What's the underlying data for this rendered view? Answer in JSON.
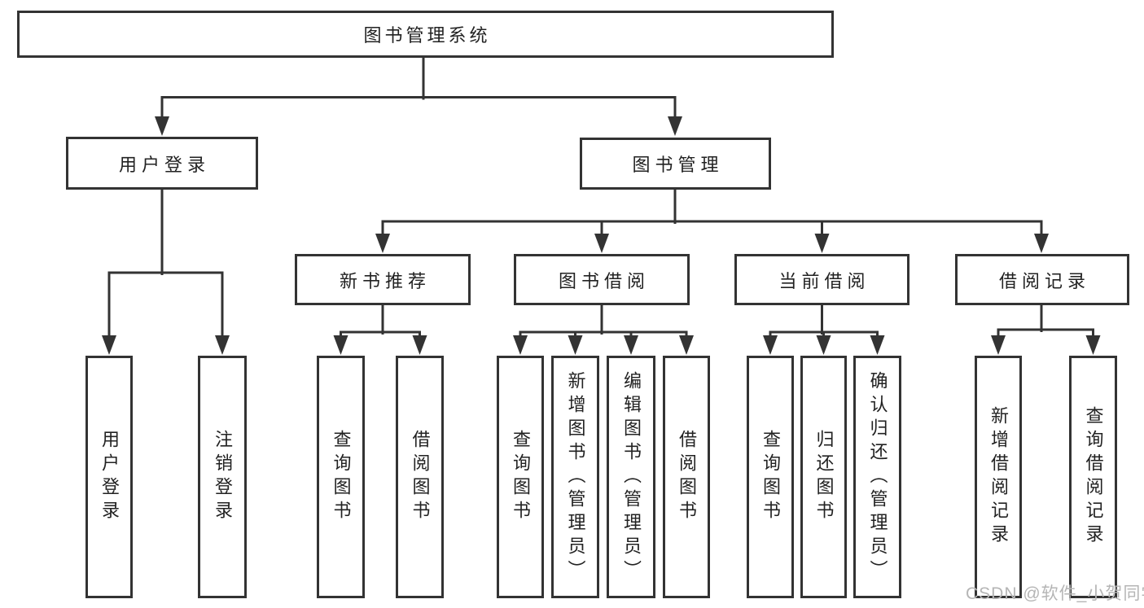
{
  "colors": {
    "line": "#333333",
    "box_border": "#333333",
    "text": "#222222",
    "watermark": "#b5b5b5",
    "background": "#ffffff"
  },
  "watermark": {
    "text": "CSDN @软件_小贺同学"
  },
  "diagram": {
    "root": {
      "label": "图书管理系统"
    },
    "level1": [
      {
        "label": "用户登录",
        "children": [
          {
            "label": "用户登录"
          },
          {
            "label": "注销登录"
          }
        ]
      },
      {
        "label": "图书管理",
        "children": [
          {
            "label": "新书推荐",
            "children": [
              {
                "label": "查询图书"
              },
              {
                "label": "借阅图书"
              }
            ]
          },
          {
            "label": "图书借阅",
            "children": [
              {
                "label": "查询图书"
              },
              {
                "label": "新增图书（管理员）"
              },
              {
                "label": "编辑图书（管理员）"
              },
              {
                "label": "借阅图书"
              }
            ]
          },
          {
            "label": "当前借阅",
            "children": [
              {
                "label": "查询图书"
              },
              {
                "label": "归还图书"
              },
              {
                "label": "确认归还（管理员）"
              }
            ]
          },
          {
            "label": "借阅记录",
            "children": [
              {
                "label": "新增借阅记录"
              },
              {
                "label": "查询借阅记录"
              }
            ]
          }
        ]
      }
    ]
  }
}
